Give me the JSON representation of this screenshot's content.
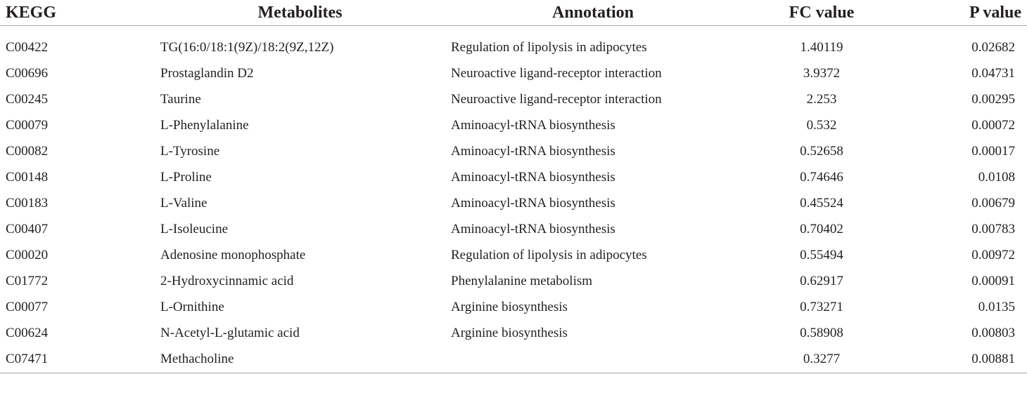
{
  "table": {
    "headers": {
      "kegg": "KEGG",
      "metabolites": "Metabolites",
      "annotation": "Annotation",
      "fc_value": "FC value",
      "p_value": "P value"
    },
    "rows": [
      {
        "kegg": "C00422",
        "metabolite": "TG(16:0/18:1(9Z)/18:2(9Z,12Z)",
        "annotation": "Regulation of lipolysis in adipocytes",
        "fc": "1.40119",
        "p": "0.02682"
      },
      {
        "kegg": "C00696",
        "metabolite": "Prostaglandin D2",
        "annotation": "Neuroactive ligand-receptor interaction",
        "fc": "3.9372",
        "p": "0.04731"
      },
      {
        "kegg": "C00245",
        "metabolite": "Taurine",
        "annotation": "Neuroactive ligand-receptor interaction",
        "fc": "2.253",
        "p": "0.00295"
      },
      {
        "kegg": "C00079",
        "metabolite": "L-Phenylalanine",
        "annotation": "Aminoacyl-tRNA biosynthesis",
        "fc": "0.532",
        "p": "0.00072"
      },
      {
        "kegg": "C00082",
        "metabolite": "L-Tyrosine",
        "annotation": "Aminoacyl-tRNA biosynthesis",
        "fc": "0.52658",
        "p": "0.00017"
      },
      {
        "kegg": "C00148",
        "metabolite": "L-Proline",
        "annotation": "Aminoacyl-tRNA biosynthesis",
        "fc": "0.74646",
        "p": "0.0108"
      },
      {
        "kegg": "C00183",
        "metabolite": "L-Valine",
        "annotation": "Aminoacyl-tRNA biosynthesis",
        "fc": "0.45524",
        "p": "0.00679"
      },
      {
        "kegg": "C00407",
        "metabolite": "L-Isoleucine",
        "annotation": "Aminoacyl-tRNA biosynthesis",
        "fc": "0.70402",
        "p": "0.00783"
      },
      {
        "kegg": "C00020",
        "metabolite": "Adenosine monophosphate",
        "annotation": "Regulation of lipolysis in adipocytes",
        "fc": "0.55494",
        "p": "0.00972"
      },
      {
        "kegg": "C01772",
        "metabolite": "2-Hydroxycinnamic acid",
        "annotation": "Phenylalanine metabolism",
        "fc": "0.62917",
        "p": "0.00091"
      },
      {
        "kegg": "C00077",
        "metabolite": "L-Ornithine",
        "annotation": "Arginine biosynthesis",
        "fc": "0.73271",
        "p": "0.0135"
      },
      {
        "kegg": "C00624",
        "metabolite": "N-Acetyl-L-glutamic acid",
        "annotation": "Arginine biosynthesis",
        "fc": "0.58908",
        "p": "0.00803"
      },
      {
        "kegg": "C07471",
        "metabolite": "Methacholine",
        "annotation": "",
        "fc": "0.3277",
        "p": "0.00881"
      }
    ]
  }
}
